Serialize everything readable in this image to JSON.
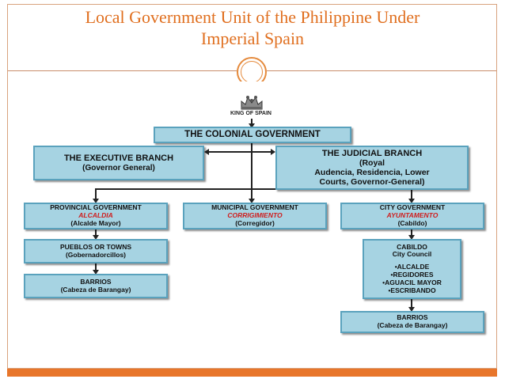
{
  "slide": {
    "title_line1": "Local Government Unit of the Philippine Under",
    "title_line2": "Imperial Spain"
  },
  "diagram": {
    "king": "KING OF SPAIN",
    "colonial": "THE COLONIAL GOVERNMENT",
    "executive": {
      "line1": "THE EXECUTIVE BRANCH",
      "line2": "(Governor General)"
    },
    "judicial": {
      "line1": "THE JUDICIAL BRANCH",
      "line2": "(Royal",
      "line3": "Audencia, Residencia, Lower",
      "line4": "Courts, Governor-General)"
    },
    "provincial": {
      "line1": "PROVINCIAL GOVERNMENT",
      "line2": "ALCALDIA",
      "line3": "(Alcalde Mayor)"
    },
    "municipal": {
      "line1": "MUNICIPAL GOVERNMENT",
      "line2": "CORRIGIMIENTO",
      "line3": "(Corregidor)"
    },
    "city": {
      "line1": "CITY GOVERNMENT",
      "line2": "AYUNTAMENTO",
      "line3": "(Cabildo)"
    },
    "pueblos": {
      "line1": "PUEBLOS OR TOWNS",
      "line2": "(Gobernadorcillos)"
    },
    "barrios_left": {
      "line1": "BARRIOS",
      "line2": "(Cabeza de Barangay)"
    },
    "cabildo": {
      "line1": "CABILDO",
      "line2": "City Council",
      "items": [
        "•ALCALDE",
        "•REGIDORES",
        "•AGUACIL MAYOR",
        "•ESCRIBANDO"
      ]
    },
    "barrios_right": {
      "line1": "BARRIOS",
      "line2": "(Cabeza de Barangay)"
    }
  },
  "colors": {
    "title": "#e06f1f",
    "box_fill": "#a6d3e2",
    "box_border": "#5aa2bd",
    "accent_red": "#d01b1b",
    "band": "#e8762b"
  }
}
